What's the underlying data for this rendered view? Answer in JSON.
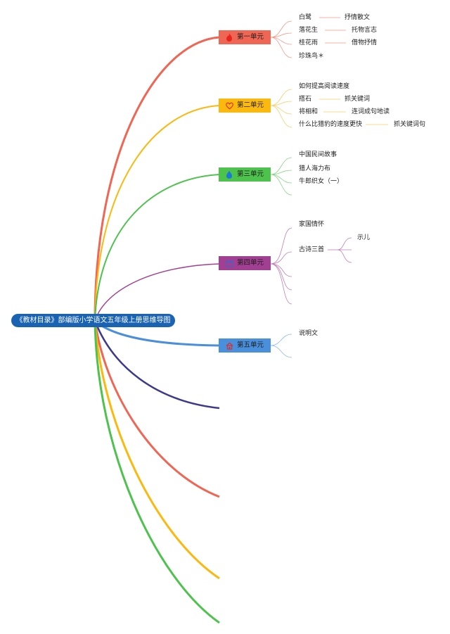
{
  "root": {
    "title": "《教材目录》部编版小学语文五年级上册思维导图"
  },
  "units": [
    {
      "label": "第一单元",
      "color": "#f06655",
      "icon": "flame-icon",
      "items": [
        {
          "text": "白鹭",
          "sub": "抒情散文"
        },
        {
          "text": "落花生",
          "sub": "托物言志"
        },
        {
          "text": "桂花雨",
          "sub": "借物抒情"
        },
        {
          "text": "珍珠鸟＊",
          "sub": ""
        }
      ]
    },
    {
      "label": "第二单元",
      "color": "#fbb80f",
      "icon": "heart-icon",
      "items": [
        {
          "text": "如何提高阅读速度",
          "sub": ""
        },
        {
          "text": "搭石",
          "sub": "抓关键词"
        },
        {
          "text": "将相和",
          "sub": "连词成句地读"
        },
        {
          "text": "什么比猎豹的速度更快",
          "sub": "抓关键词句"
        }
      ]
    },
    {
      "label": "第三单元",
      "color": "#4dc24d",
      "icon": "drop-icon",
      "items": [
        {
          "text": "中国民间故事",
          "sub": ""
        },
        {
          "text": "猎人海力布",
          "sub": ""
        },
        {
          "text": "牛郎织女（一）",
          "sub": ""
        }
      ]
    },
    {
      "label": "第四单元",
      "color": "#a23f92",
      "icon": "calendar-icon",
      "items": [
        {
          "text": "家国情怀",
          "sub": ""
        },
        {
          "text": "古诗三首",
          "sub": "示儿"
        }
      ]
    },
    {
      "label": "第五单元",
      "color": "#4a8fdb",
      "icon": "house-icon",
      "items": [
        {
          "text": "说明文",
          "sub": ""
        }
      ]
    }
  ],
  "colors": {
    "root": "#1a63b3",
    "unit6": "#3b3a8c",
    "unit7": "#f06655",
    "unit8": "#fbb80f",
    "unit9": "#4dc24d"
  }
}
